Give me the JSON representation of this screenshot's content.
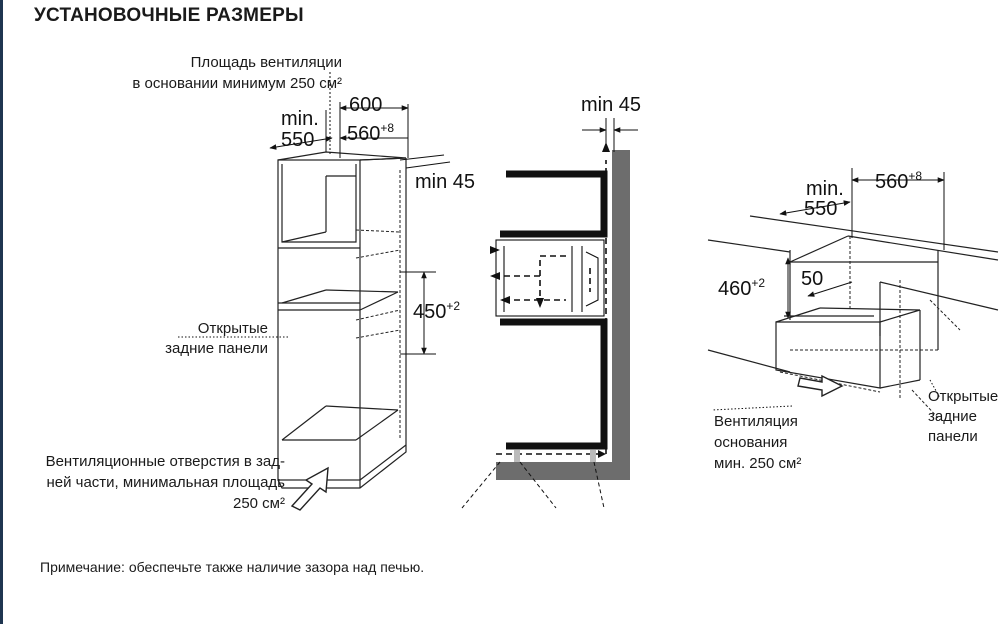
{
  "title": "УСТАНОВОЧНЫЕ РАЗМЕРЫ",
  "left": {
    "vent_top_line1": "Площадь вентиляции",
    "vent_top_line2": "в основании минимум 250 см²",
    "min_label": "min.",
    "min_value": "550",
    "width_600": "600",
    "width_560": "560",
    "width_560_tol": "+8",
    "depth_45": "min 45",
    "height_450": "450",
    "height_450_tol": "+2",
    "open_panels_line1": "Открытые",
    "open_panels_line2": "задние панели",
    "vent_bottom_line1": "Вентиляционные отверстия в зад-",
    "vent_bottom_line2": "ней части, минимальная площадь",
    "vent_bottom_line3": "250 см²"
  },
  "middle": {
    "gap_label": "min 45"
  },
  "right": {
    "min_label": "min.",
    "min_value": "550",
    "width_560": "560",
    "width_560_tol": "+8",
    "height_460": "460",
    "height_460_tol": "+2",
    "depth_50": "50",
    "open_panels_line1": "Открытые",
    "open_panels_line2": "задние",
    "open_panels_line3": "панели",
    "vent_line1": "Вентиляция",
    "vent_line2": "основания",
    "vent_line3": "мин. 250 см²"
  },
  "note": "Примечание: обеспечьте также наличие зазора над печью."
}
